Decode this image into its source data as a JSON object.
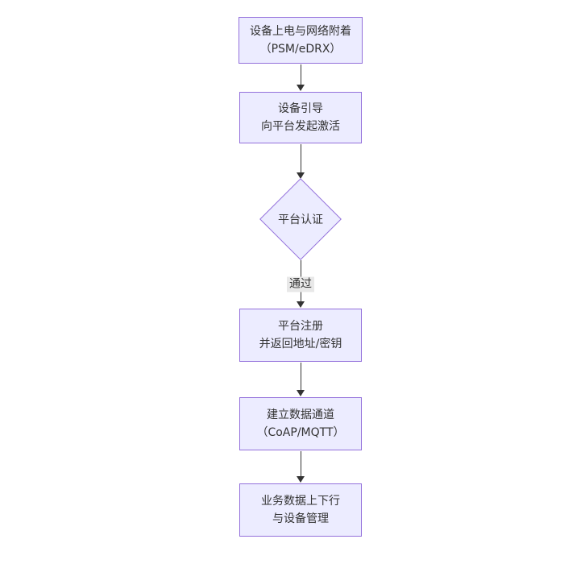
{
  "flowchart": {
    "nodes": [
      {
        "id": "power-attach",
        "type": "rect",
        "lines": [
          "设备上电与网络附着",
          "（PSM/eDRX）"
        ]
      },
      {
        "id": "bootstrap",
        "type": "rect",
        "lines": [
          "设备引导",
          "向平台发起激活"
        ]
      },
      {
        "id": "platform-auth",
        "type": "diamond",
        "lines": [
          "平台认证"
        ]
      },
      {
        "id": "register",
        "type": "rect",
        "lines": [
          "平台注册",
          "并返回地址/密钥"
        ]
      },
      {
        "id": "data-channel",
        "type": "rect",
        "lines": [
          "建立数据通道",
          "（CoAP/MQTT）"
        ]
      },
      {
        "id": "business",
        "type": "rect",
        "lines": [
          "业务数据上下行",
          "与设备管理"
        ]
      }
    ],
    "edges": [
      {
        "from": "power-attach",
        "to": "bootstrap",
        "label": ""
      },
      {
        "from": "bootstrap",
        "to": "platform-auth",
        "label": ""
      },
      {
        "from": "platform-auth",
        "to": "register",
        "label": "通过"
      },
      {
        "from": "register",
        "to": "data-channel",
        "label": ""
      },
      {
        "from": "data-channel",
        "to": "business",
        "label": ""
      }
    ],
    "colors": {
      "node_fill": "#ECECFF",
      "node_border": "#9370DB",
      "edge_line": "#333333",
      "edge_label_bg": "#e8e8e8",
      "text": "#333333",
      "background": "#ffffff"
    }
  }
}
